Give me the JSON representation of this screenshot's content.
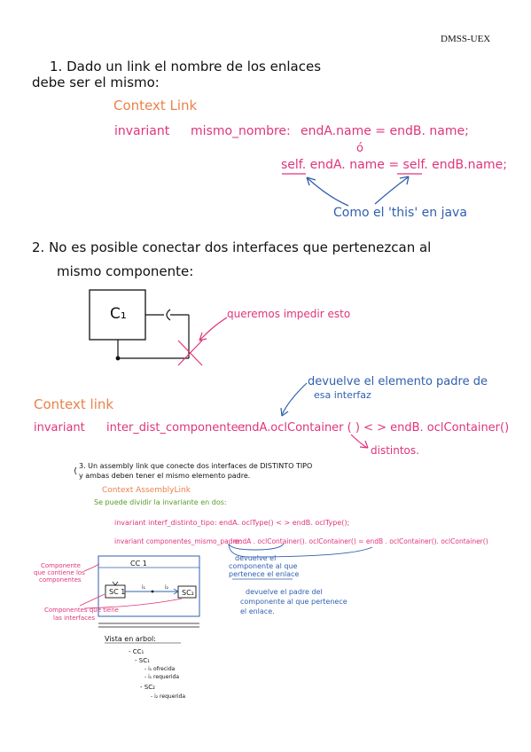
{
  "header": {
    "tag": "DMSS-UEX"
  },
  "colors": {
    "black": "#111111",
    "orange": "#e8834a",
    "pink": "#e0347a",
    "blue": "#2f5fae"
  },
  "s1": {
    "title_a": "1.  Dado  un  link  el  nombre  de  los  enlaces",
    "title_b": "debe  ser  el  mismo:",
    "context": "Context  Link",
    "inv_kw": "invariant",
    "inv_name": "mismo_nombre:",
    "inv_expr": "endA.name = endB. name;",
    "or": "ó",
    "self_expr": "self. endA. name =  self. endB.name;",
    "note": "Como  el  'this'  en  java"
  },
  "s2": {
    "title_a": "2.  No  es  posible  conectar  dos  interfaces  que  pertenezcan  al",
    "title_b": "mismo  componente:",
    "box_label": "C₁",
    "note": "queremos impedir esto",
    "blue_note_a": "devuelve  el  elemento  padre  de",
    "blue_note_b": "esa  interfaz",
    "context": "Context  link",
    "inv_kw": "invariant",
    "inv_name": "inter_dist_componente :",
    "inv_expr": "endA.oclContainer ( ) < >  endB. oclContainer()",
    "distintos": "distintos."
  },
  "s3": {
    "title_a": "3.  Un  assembly link  que  conecte  dos  interfaces  de  DISTINTO  TIPO",
    "title_b": "y  ambas  deben  tener  el  mismo  elemento  padre.",
    "context": "Context  AssemblyLink",
    "lead": "Se  puede  dividir  la  invariante  en  dos:",
    "inv1": "invariant  interf_distinto_tipo:  endA. oclType() < >  endB. oclType();",
    "inv2_a": "invariant  componentes_mismo_padre:",
    "inv2_b": "endA . oclContainer(). oclContainer() = endB . oclContainer(). oclContainer()",
    "note1_a": "devuelve  el",
    "note1_b": "componente  al  que",
    "note1_c": "pertenece  el  enlace",
    "note2_a": "devuelve  el  padre  del",
    "note2_b": "componente  al  que  pertenece",
    "note2_c": "el  enlace.",
    "pink1_a": "Componente",
    "pink1_b": "que contiene los",
    "pink1_c": "componentes",
    "pink2_a": "Componentes que tiene",
    "pink2_b": "las interfaces",
    "cc_label": "CC 1",
    "sc1": "SC 1",
    "sc2": "SC₂",
    "i1": "i₁",
    "i2": "i₂",
    "tree_title": "Vista  en  arbol:",
    "tree": [
      "- CC₁",
      "- SC₁",
      "- i₁  ofrecida",
      "- i₁  requerida",
      "- SC₂",
      "- i₂  requerida"
    ]
  }
}
